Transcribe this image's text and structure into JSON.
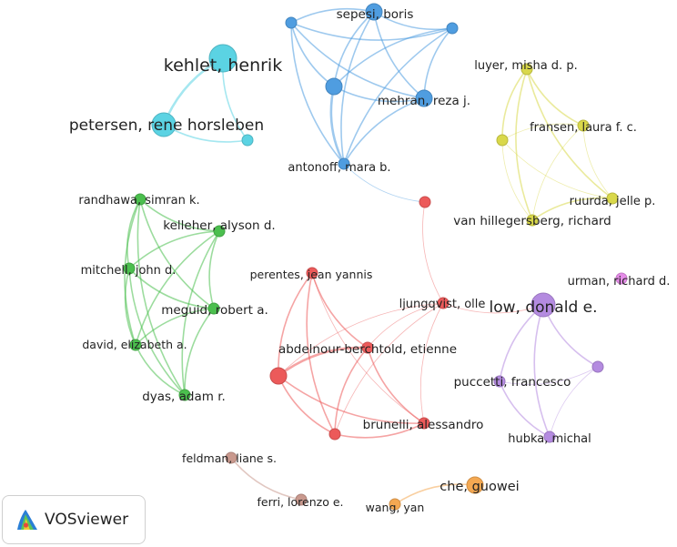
{
  "colors": {
    "cyan": "#5bd3e3",
    "blue": "#4f9de0",
    "yellow": "#d9d84a",
    "green": "#4bbf4e",
    "red": "#ec5a5a",
    "purple": "#b48be0",
    "pink": "#e58ce8",
    "brown": "#c9998e",
    "orange": "#f4a852"
  },
  "brand": {
    "name": "VOSviewer",
    "icon": "vosviewer-logo-icon"
  },
  "nodes": [
    {
      "id": "kehlet",
      "label": "kehlet, henrik",
      "cluster": "cyan",
      "weight": 5
    },
    {
      "id": "petersen",
      "label": "petersen, rene horsleben",
      "cluster": "cyan",
      "weight": 4
    },
    {
      "id": "cyan3",
      "label": "",
      "cluster": "cyan",
      "weight": 1
    },
    {
      "id": "sepesi",
      "label": "sepesi, boris",
      "cluster": "blue",
      "weight": 2
    },
    {
      "id": "blue1",
      "label": "",
      "cluster": "blue",
      "weight": 1
    },
    {
      "id": "blue3",
      "label": "",
      "cluster": "blue",
      "weight": 1
    },
    {
      "id": "blue4",
      "label": "",
      "cluster": "blue",
      "weight": 2
    },
    {
      "id": "mehran",
      "label": "mehran, reza j.",
      "cluster": "blue",
      "weight": 2
    },
    {
      "id": "antonoff",
      "label": "antonoff, mara b.",
      "cluster": "blue",
      "weight": 1
    },
    {
      "id": "luyer",
      "label": "luyer, misha d. p.",
      "cluster": "yellow",
      "weight": 1
    },
    {
      "id": "fransen",
      "label": "fransen, laura f. c.",
      "cluster": "yellow",
      "weight": 1
    },
    {
      "id": "yellow3",
      "label": "",
      "cluster": "yellow",
      "weight": 1
    },
    {
      "id": "ruurda",
      "label": "ruurda, jelle p.",
      "cluster": "yellow",
      "weight": 1
    },
    {
      "id": "vanhillegersberg",
      "label": "van hillegersberg, richard",
      "cluster": "yellow",
      "weight": 1
    },
    {
      "id": "randhawa",
      "label": "randhawa, simran k.",
      "cluster": "green",
      "weight": 1
    },
    {
      "id": "kelleher",
      "label": "kelleher, alyson d.",
      "cluster": "green",
      "weight": 1
    },
    {
      "id": "mitchell",
      "label": "mitchell, john d.",
      "cluster": "green",
      "weight": 1
    },
    {
      "id": "meguid",
      "label": "meguid, robert a.",
      "cluster": "green",
      "weight": 1
    },
    {
      "id": "david",
      "label": "david, elizabeth a.",
      "cluster": "green",
      "weight": 1
    },
    {
      "id": "dyas",
      "label": "dyas, adam r.",
      "cluster": "green",
      "weight": 1
    },
    {
      "id": "red1",
      "label": "",
      "cluster": "red",
      "weight": 1
    },
    {
      "id": "perentes",
      "label": "perentes, jean yannis",
      "cluster": "red",
      "weight": 1
    },
    {
      "id": "ljungqvist",
      "label": "ljungqvist, olle",
      "cluster": "red",
      "weight": 1
    },
    {
      "id": "abdelnour",
      "label": "abdelnour-berchtold, etienne",
      "cluster": "red",
      "weight": 1
    },
    {
      "id": "red5",
      "label": "",
      "cluster": "red",
      "weight": 2
    },
    {
      "id": "red6",
      "label": "",
      "cluster": "red",
      "weight": 1
    },
    {
      "id": "brunelli",
      "label": "brunelli, alessandro",
      "cluster": "red",
      "weight": 1
    },
    {
      "id": "low",
      "label": "low, donald e.",
      "cluster": "purple",
      "weight": 4
    },
    {
      "id": "puccetti",
      "label": "puccetti, francesco",
      "cluster": "purple",
      "weight": 1
    },
    {
      "id": "purple3",
      "label": "",
      "cluster": "purple",
      "weight": 1
    },
    {
      "id": "hubka",
      "label": "hubka, michal",
      "cluster": "purple",
      "weight": 1
    },
    {
      "id": "urman",
      "label": "urman, richard d.",
      "cluster": "pink",
      "weight": 1
    },
    {
      "id": "feldman",
      "label": "feldman, liane s.",
      "cluster": "brown",
      "weight": 1
    },
    {
      "id": "ferri",
      "label": "ferri, lorenzo e.",
      "cluster": "brown",
      "weight": 1
    },
    {
      "id": "che",
      "label": "che, guowei",
      "cluster": "orange",
      "weight": 2
    },
    {
      "id": "wang",
      "label": "wang, yan",
      "cluster": "orange",
      "weight": 1
    }
  ],
  "links": [
    [
      "kehlet",
      "petersen",
      3
    ],
    [
      "kehlet",
      "cyan3",
      2
    ],
    [
      "petersen",
      "cyan3",
      2
    ],
    [
      "sepesi",
      "blue1",
      2
    ],
    [
      "sepesi",
      "blue3",
      2
    ],
    [
      "sepesi",
      "blue4",
      2
    ],
    [
      "sepesi",
      "mehran",
      2
    ],
    [
      "sepesi",
      "antonoff",
      2
    ],
    [
      "blue1",
      "blue3",
      2
    ],
    [
      "blue1",
      "blue4",
      2
    ],
    [
      "blue1",
      "mehran",
      2
    ],
    [
      "blue1",
      "antonoff",
      2
    ],
    [
      "blue3",
      "blue4",
      2
    ],
    [
      "blue3",
      "mehran",
      2
    ],
    [
      "blue3",
      "antonoff",
      2
    ],
    [
      "blue4",
      "mehran",
      2
    ],
    [
      "blue4",
      "antonoff",
      3
    ],
    [
      "mehran",
      "antonoff",
      2
    ],
    [
      "antonoff",
      "red1",
      1
    ],
    [
      "luyer",
      "fransen",
      2
    ],
    [
      "luyer",
      "yellow3",
      2
    ],
    [
      "luyer",
      "ruurda",
      2
    ],
    [
      "luyer",
      "vanhillegersberg",
      2
    ],
    [
      "fransen",
      "yellow3",
      1
    ],
    [
      "fransen",
      "ruurda",
      1
    ],
    [
      "fransen",
      "vanhillegersberg",
      1
    ],
    [
      "yellow3",
      "ruurda",
      1
    ],
    [
      "yellow3",
      "vanhillegersberg",
      1
    ],
    [
      "ruurda",
      "vanhillegersberg",
      2
    ],
    [
      "randhawa",
      "kelleher",
      2
    ],
    [
      "randhawa",
      "mitchell",
      2
    ],
    [
      "randhawa",
      "meguid",
      2
    ],
    [
      "randhawa",
      "david",
      2
    ],
    [
      "randhawa",
      "dyas",
      2
    ],
    [
      "kelleher",
      "mitchell",
      2
    ],
    [
      "kelleher",
      "meguid",
      2
    ],
    [
      "kelleher",
      "david",
      2
    ],
    [
      "kelleher",
      "dyas",
      2
    ],
    [
      "mitchell",
      "meguid",
      2
    ],
    [
      "mitchell",
      "david",
      2
    ],
    [
      "mitchell",
      "dyas",
      2
    ],
    [
      "meguid",
      "david",
      2
    ],
    [
      "meguid",
      "dyas",
      2
    ],
    [
      "david",
      "dyas",
      2
    ],
    [
      "red1",
      "ljungqvist",
      1
    ],
    [
      "perentes",
      "abdelnour",
      2
    ],
    [
      "perentes",
      "red5",
      2
    ],
    [
      "perentes",
      "red6",
      2
    ],
    [
      "perentes",
      "brunelli",
      1
    ],
    [
      "abdelnour",
      "red5",
      3
    ],
    [
      "abdelnour",
      "red6",
      2
    ],
    [
      "abdelnour",
      "brunelli",
      2
    ],
    [
      "red5",
      "red6",
      2
    ],
    [
      "red5",
      "brunelli",
      2
    ],
    [
      "red6",
      "brunelli",
      2
    ],
    [
      "ljungqvist",
      "abdelnour",
      1
    ],
    [
      "ljungqvist",
      "red5",
      1
    ],
    [
      "ljungqvist",
      "red6",
      1
    ],
    [
      "ljungqvist",
      "brunelli",
      1
    ],
    [
      "ljungqvist",
      "low",
      1
    ],
    [
      "low",
      "puccetti",
      2
    ],
    [
      "low",
      "purple3",
      2
    ],
    [
      "low",
      "hubka",
      2
    ],
    [
      "puccetti",
      "purple3",
      1
    ],
    [
      "puccetti",
      "hubka",
      2
    ],
    [
      "purple3",
      "hubka",
      1
    ],
    [
      "feldman",
      "ferri",
      2
    ],
    [
      "che",
      "wang",
      2
    ]
  ]
}
